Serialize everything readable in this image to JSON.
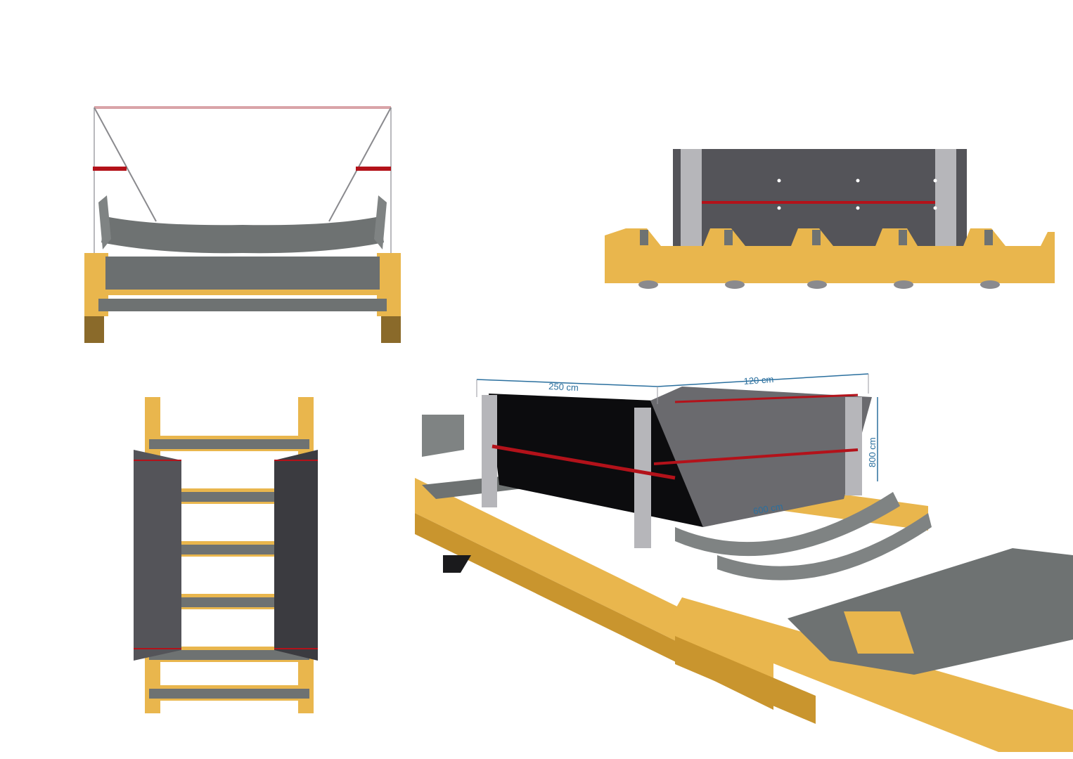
{
  "colors": {
    "frame": "#e9b64d",
    "frame_dark": "#c9952e",
    "roller": "#6e7272",
    "plate": "#545459",
    "post": "#b6b6ba",
    "rod": "#b3121a",
    "dimension": "#2a6f9e",
    "guide_line": "#c9c9cc"
  },
  "dimensions": {
    "width": "250 cm",
    "depth": "120 cm",
    "height": "800 cm",
    "inner": "600 cm"
  }
}
